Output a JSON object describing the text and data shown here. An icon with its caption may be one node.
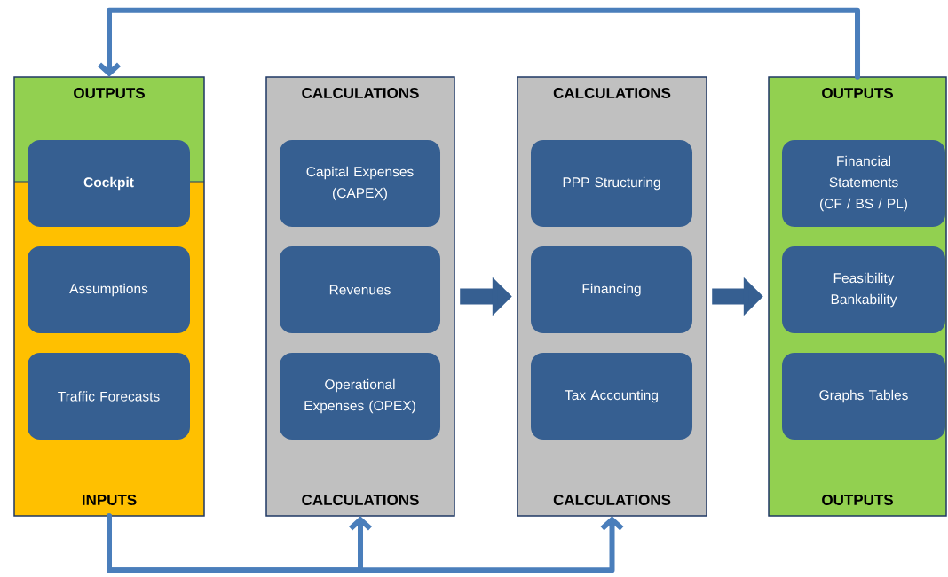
{
  "diagram": {
    "nodes": [
      {
        "text": [
          "OUTPUTS",
          "INPUTS"
        ]
      },
      {
        "text": [
          "CALCULATIONS",
          "CALCULATIONS"
        ]
      },
      {
        "text": [
          "CALCULATIONS",
          "CALCULATIONS"
        ]
      },
      {
        "text": [
          "OUTPUTS",
          "OUTPUTS"
        ]
      },
      {
        "text": [
          "Cockpit"
        ],
        "in": 0
      },
      {
        "text": [
          "Assumptions"
        ],
        "in": 0
      },
      {
        "text": [
          "Traffic Forecasts"
        ],
        "in": 0
      },
      {
        "text": [
          "Capital Expenses (CAPEX)"
        ],
        "in": 1
      },
      {
        "text": [
          "Revenues"
        ],
        "in": 1
      },
      {
        "text": [
          "Operational Expenses (OPEX)"
        ],
        "in": 1
      },
      {
        "text": [
          "PPP Structuring"
        ],
        "in": 2
      },
      {
        "text": [
          "Financing"
        ],
        "in": 2
      },
      {
        "text": [
          "Tax Accounting"
        ],
        "in": 2
      },
      {
        "text": [
          "Financial Statements (CF / BS / PL)"
        ],
        "in": 3
      },
      {
        "text": [
          "Feasibility Bankability"
        ],
        "in": 3
      },
      {
        "text": [
          "Graphs Tables"
        ],
        "in": 3
      }
    ],
    "edges": [
      {
        "from": 3,
        "to": 0,
        "arrow": "to"
      },
      {
        "from": 0,
        "to": 1,
        "arrow": "to"
      },
      {
        "from": 0,
        "to": 2,
        "arrow": "to"
      },
      {
        "from": 1,
        "to": 2,
        "arrow": "to",
        "style": "thick",
        "color": "#365f91"
      },
      {
        "from": 2,
        "to": 3,
        "arrow": "to",
        "style": "thick",
        "color": "#365f91"
      }
    ]
  }
}
